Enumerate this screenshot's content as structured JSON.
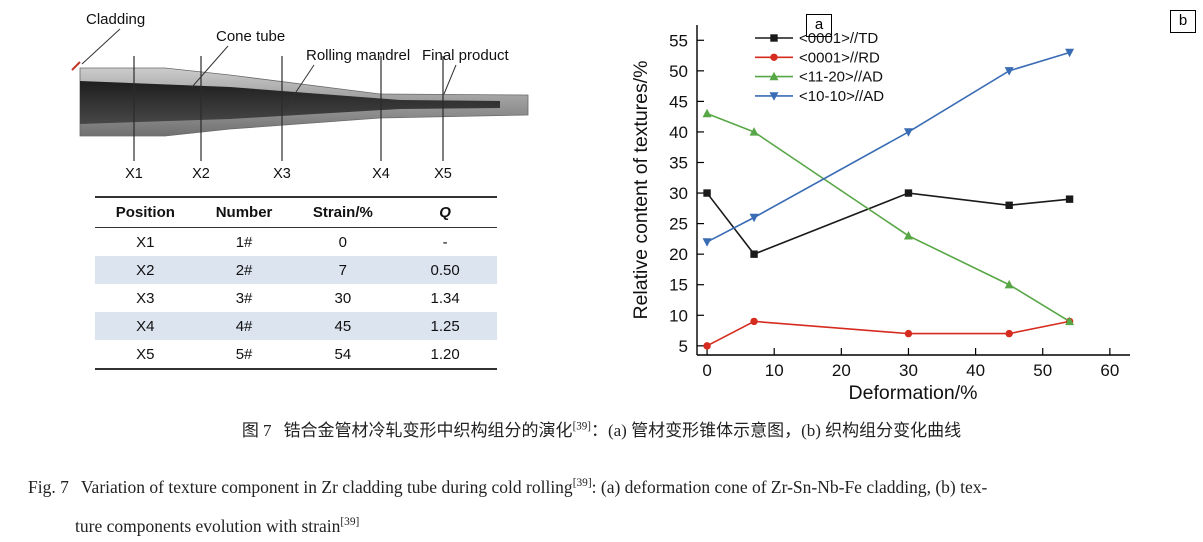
{
  "figure": {
    "panel_a_label": "a",
    "panel_b_label": "b"
  },
  "schematic": {
    "labels": {
      "cladding": "Cladding",
      "cone_tube": "Cone tube",
      "rolling_mandrel": "Rolling mandrel",
      "final_product": "Final product"
    },
    "positions": [
      "X1",
      "X2",
      "X3",
      "X4",
      "X5"
    ]
  },
  "table": {
    "headers": [
      "Position",
      "Number",
      "Strain/%",
      "Q"
    ],
    "rows": [
      [
        "X1",
        "1#",
        "0",
        "-"
      ],
      [
        "X2",
        "2#",
        "7",
        "0.50"
      ],
      [
        "X3",
        "3#",
        "30",
        "1.34"
      ],
      [
        "X4",
        "4#",
        "45",
        "1.25"
      ],
      [
        "X5",
        "5#",
        "54",
        "1.20"
      ]
    ],
    "row_shade_color": "#dce4f0"
  },
  "chart_data": {
    "type": "line",
    "x": [
      0,
      7,
      30,
      45,
      54
    ],
    "series": [
      {
        "name": "<0001>//TD",
        "marker": "square",
        "color": "#1a1a1a",
        "values": [
          30,
          20,
          30,
          28,
          29
        ]
      },
      {
        "name": "<0001>//RD",
        "marker": "circle",
        "color": "#d62b1f",
        "values": [
          5,
          9,
          7,
          7,
          9
        ]
      },
      {
        "name": "<11-20>//AD",
        "marker": "triangle-up",
        "color": "#58a746",
        "values": [
          43,
          40,
          23,
          15,
          9
        ]
      },
      {
        "name": "<10-10>//AD",
        "marker": "triangle-down",
        "color": "#3a6cb4",
        "values": [
          22,
          26,
          40,
          50,
          53
        ]
      }
    ],
    "xlabel": "Deformation/%",
    "ylabel": "Relative content of textures/%",
    "xticks": [
      0,
      10,
      20,
      30,
      40,
      50,
      60
    ],
    "yticks": [
      5,
      10,
      15,
      20,
      25,
      30,
      35,
      40,
      45,
      50,
      55
    ],
    "xlim": [
      -1.5,
      63
    ],
    "ylim": [
      3.5,
      57.5
    ],
    "grid": false,
    "legend_position": "top-inside"
  },
  "caption": {
    "zh": {
      "fig": "图 7",
      "text": "锆合金管材冷轧变形中织构组分的演化",
      "ref": "[39]",
      "rest": "：(a) 管材变形锥体示意图，(b) 织构组分变化曲线"
    },
    "en": {
      "fig": "Fig. 7",
      "line1": "Variation of texture component in Zr cladding tube during cold rolling",
      "ref": "[39]",
      "line1b": ": (a) deformation cone of Zr-Sn-Nb-Fe cladding, (b) tex-",
      "line2": "ture components evolution with strain"
    }
  }
}
